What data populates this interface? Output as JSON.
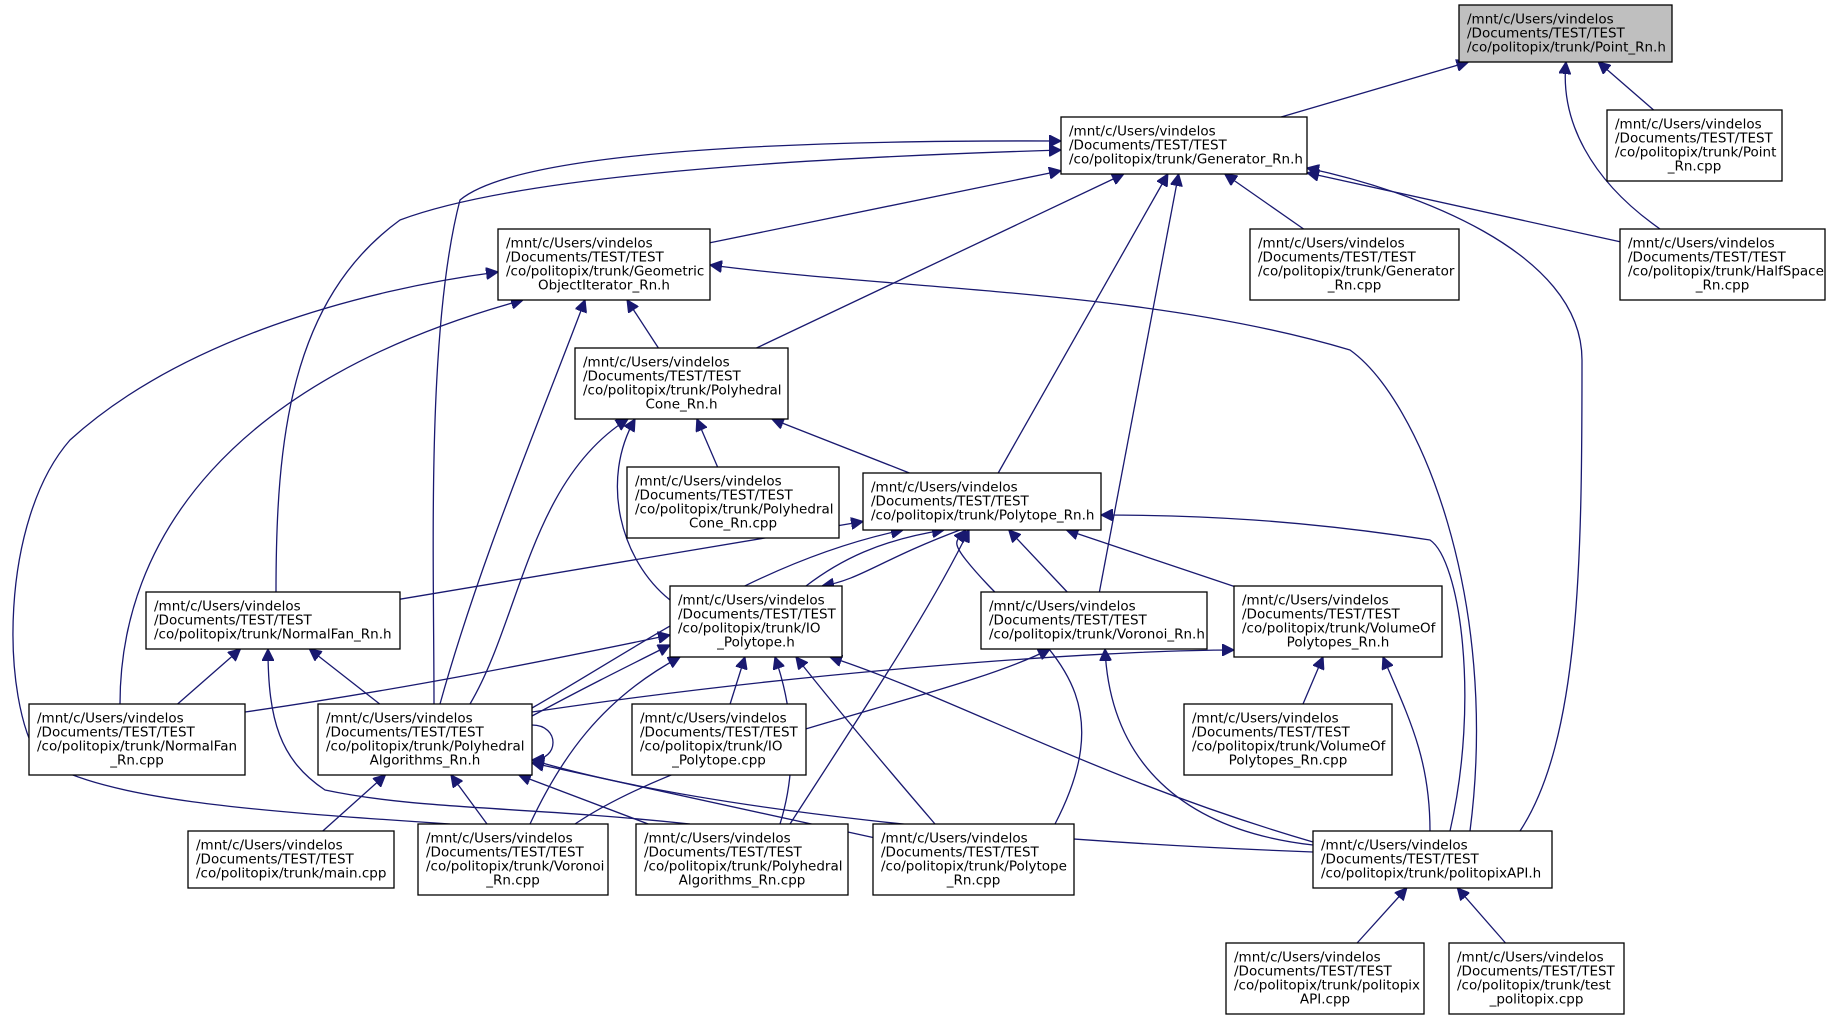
{
  "graph": {
    "nodes": [
      {
        "id": "point_h",
        "lines": [
          "/mnt/c/Users/vindelos",
          "/Documents/TEST/TEST",
          "/co/politopix/trunk/Point_Rn.h"
        ],
        "highlighted": true
      },
      {
        "id": "generator_h",
        "lines": [
          "/mnt/c/Users/vindelos",
          "/Documents/TEST/TEST",
          "/co/politopix/trunk/Generator_Rn.h"
        ]
      },
      {
        "id": "point_cpp",
        "lines": [
          "/mnt/c/Users/vindelos",
          "/Documents/TEST/TEST",
          "/co/politopix/trunk/Point",
          "_Rn.cpp"
        ]
      },
      {
        "id": "geoiter_h",
        "lines": [
          "/mnt/c/Users/vindelos",
          "/Documents/TEST/TEST",
          "/co/politopix/trunk/Geometric",
          "ObjectIterator_Rn.h"
        ]
      },
      {
        "id": "generator_cpp",
        "lines": [
          "/mnt/c/Users/vindelos",
          "/Documents/TEST/TEST",
          "/co/politopix/trunk/Generator",
          "_Rn.cpp"
        ]
      },
      {
        "id": "halfspace_cpp",
        "lines": [
          "/mnt/c/Users/vindelos",
          "/Documents/TEST/TEST",
          "/co/politopix/trunk/HalfSpace",
          "_Rn.cpp"
        ]
      },
      {
        "id": "polycone_h",
        "lines": [
          "/mnt/c/Users/vindelos",
          "/Documents/TEST/TEST",
          "/co/politopix/trunk/Polyhedral",
          "Cone_Rn.h"
        ]
      },
      {
        "id": "polycone_cpp",
        "lines": [
          "/mnt/c/Users/vindelos",
          "/Documents/TEST/TEST",
          "/co/politopix/trunk/Polyhedral",
          "Cone_Rn.cpp"
        ]
      },
      {
        "id": "polytope_h",
        "lines": [
          "/mnt/c/Users/vindelos",
          "/Documents/TEST/TEST",
          "/co/politopix/trunk/Polytope_Rn.h"
        ]
      },
      {
        "id": "normalfan_h",
        "lines": [
          "/mnt/c/Users/vindelos",
          "/Documents/TEST/TEST",
          "/co/politopix/trunk/NormalFan_Rn.h"
        ]
      },
      {
        "id": "io_h",
        "lines": [
          "/mnt/c/Users/vindelos",
          "/Documents/TEST/TEST",
          "/co/politopix/trunk/IO",
          "_Polytope.h"
        ]
      },
      {
        "id": "voronoi_h",
        "lines": [
          "/mnt/c/Users/vindelos",
          "/Documents/TEST/TEST",
          "/co/politopix/trunk/Voronoi_Rn.h"
        ]
      },
      {
        "id": "volume_h",
        "lines": [
          "/mnt/c/Users/vindelos",
          "/Documents/TEST/TEST",
          "/co/politopix/trunk/VolumeOf",
          "Polytopes_Rn.h"
        ]
      },
      {
        "id": "normalfan_cpp",
        "lines": [
          "/mnt/c/Users/vindelos",
          "/Documents/TEST/TEST",
          "/co/politopix/trunk/NormalFan",
          "_Rn.cpp"
        ]
      },
      {
        "id": "polyalg_h",
        "lines": [
          "/mnt/c/Users/vindelos",
          "/Documents/TEST/TEST",
          "/co/politopix/trunk/Polyhedral",
          "Algorithms_Rn.h"
        ]
      },
      {
        "id": "io_cpp",
        "lines": [
          "/mnt/c/Users/vindelos",
          "/Documents/TEST/TEST",
          "/co/politopix/trunk/IO",
          "_Polytope.cpp"
        ]
      },
      {
        "id": "volume_cpp",
        "lines": [
          "/mnt/c/Users/vindelos",
          "/Documents/TEST/TEST",
          "/co/politopix/trunk/VolumeOf",
          "Polytopes_Rn.cpp"
        ]
      },
      {
        "id": "main_cpp",
        "lines": [
          "/mnt/c/Users/vindelos",
          "/Documents/TEST/TEST",
          "/co/politopix/trunk/main.cpp"
        ]
      },
      {
        "id": "voronoi_cpp",
        "lines": [
          "/mnt/c/Users/vindelos",
          "/Documents/TEST/TEST",
          "/co/politopix/trunk/Voronoi",
          "_Rn.cpp"
        ]
      },
      {
        "id": "polyalg_cpp",
        "lines": [
          "/mnt/c/Users/vindelos",
          "/Documents/TEST/TEST",
          "/co/politopix/trunk/Polyhedral",
          "Algorithms_Rn.cpp"
        ]
      },
      {
        "id": "polytope_cpp",
        "lines": [
          "/mnt/c/Users/vindelos",
          "/Documents/TEST/TEST",
          "/co/politopix/trunk/Polytope",
          "_Rn.cpp"
        ]
      },
      {
        "id": "api_h",
        "lines": [
          "/mnt/c/Users/vindelos",
          "/Documents/TEST/TEST",
          "/co/politopix/trunk/politopixAPI.h"
        ]
      },
      {
        "id": "api_cpp",
        "lines": [
          "/mnt/c/Users/vindelos",
          "/Documents/TEST/TEST",
          "/co/politopix/trunk/politopix",
          "API.cpp"
        ]
      },
      {
        "id": "test_cpp",
        "lines": [
          "/mnt/c/Users/vindelos",
          "/Documents/TEST/TEST",
          "/co/politopix/trunk/test",
          "_politopix.cpp"
        ]
      }
    ],
    "edges": [
      {
        "from": "generator_h",
        "to": "point_h"
      },
      {
        "from": "point_cpp",
        "to": "point_h"
      },
      {
        "from": "halfspace_cpp",
        "to": "point_h"
      },
      {
        "from": "geoiter_h",
        "to": "generator_h"
      },
      {
        "from": "generator_cpp",
        "to": "generator_h"
      },
      {
        "from": "halfspace_cpp",
        "to": "generator_h"
      },
      {
        "from": "polycone_h",
        "to": "generator_h"
      },
      {
        "from": "polytope_h",
        "to": "generator_h"
      },
      {
        "from": "voronoi_h",
        "to": "generator_h"
      },
      {
        "from": "normalfan_h",
        "to": "generator_h"
      },
      {
        "from": "polyalg_h",
        "to": "generator_h"
      },
      {
        "from": "api_h",
        "to": "generator_h"
      },
      {
        "from": "polycone_h",
        "to": "geoiter_h"
      },
      {
        "from": "polyalg_h",
        "to": "geoiter_h"
      },
      {
        "from": "normalfan_cpp",
        "to": "geoiter_h"
      },
      {
        "from": "voronoi_cpp",
        "to": "geoiter_h"
      },
      {
        "from": "api_h",
        "to": "geoiter_h"
      },
      {
        "from": "polycone_cpp",
        "to": "polycone_h"
      },
      {
        "from": "polytope_h",
        "to": "polycone_h"
      },
      {
        "from": "polyalg_h",
        "to": "polycone_h"
      },
      {
        "from": "io_h",
        "to": "polycone_h"
      },
      {
        "from": "normalfan_h",
        "to": "polytope_h"
      },
      {
        "from": "io_h",
        "to": "polytope_h"
      },
      {
        "from": "polytope_h",
        "to": "io_h"
      },
      {
        "from": "polyalg_h",
        "to": "polytope_h"
      },
      {
        "from": "voronoi_h",
        "to": "polytope_h"
      },
      {
        "from": "volume_h",
        "to": "polytope_h"
      },
      {
        "from": "polyalg_cpp",
        "to": "polytope_h"
      },
      {
        "from": "polytope_cpp",
        "to": "polytope_h"
      },
      {
        "from": "api_h",
        "to": "polytope_h"
      },
      {
        "from": "normalfan_cpp",
        "to": "normalfan_h"
      },
      {
        "from": "polyalg_h",
        "to": "normalfan_h"
      },
      {
        "from": "polyalg_cpp",
        "to": "normalfan_h"
      },
      {
        "from": "normalfan_cpp",
        "to": "io_h"
      },
      {
        "from": "polyalg_h",
        "to": "io_h"
      },
      {
        "from": "io_cpp",
        "to": "io_h"
      },
      {
        "from": "voronoi_cpp",
        "to": "io_h"
      },
      {
        "from": "polyalg_cpp",
        "to": "io_h"
      },
      {
        "from": "polytope_cpp",
        "to": "io_h"
      },
      {
        "from": "api_h",
        "to": "io_h"
      },
      {
        "from": "voronoi_cpp",
        "to": "voronoi_h"
      },
      {
        "from": "api_h",
        "to": "voronoi_h"
      },
      {
        "from": "polyalg_h",
        "to": "volume_h"
      },
      {
        "from": "volume_cpp",
        "to": "volume_h"
      },
      {
        "from": "api_h",
        "to": "volume_h"
      },
      {
        "from": "polyalg_h",
        "to": "polyalg_h"
      },
      {
        "from": "main_cpp",
        "to": "polyalg_h"
      },
      {
        "from": "voronoi_cpp",
        "to": "polyalg_h"
      },
      {
        "from": "polyalg_cpp",
        "to": "polyalg_h"
      },
      {
        "from": "polytope_cpp",
        "to": "polyalg_h"
      },
      {
        "from": "api_h",
        "to": "polyalg_h"
      },
      {
        "from": "api_cpp",
        "to": "api_h"
      },
      {
        "from": "test_cpp",
        "to": "api_h"
      }
    ]
  }
}
